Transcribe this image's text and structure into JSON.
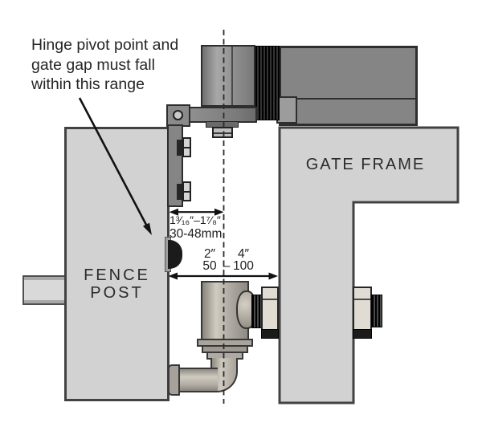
{
  "annotation": {
    "lines": [
      "Hinge pivot point and",
      "gate gap must fall",
      "within this range"
    ]
  },
  "fence_post": {
    "label_line1": "FENCE",
    "label_line2": "POST"
  },
  "gate_frame": {
    "label": "GATE FRAME"
  },
  "dim_hinge": {
    "inches": "1³⁄₁₆″–1⁷⁄₈″",
    "metric": "30-48mm"
  },
  "dim_gap": {
    "inch_min": "2″",
    "inch_max": "4″",
    "mm_min": "50",
    "separator": "–",
    "mm_max": "100"
  },
  "colors": {
    "panel_fill": "#d2d2d2",
    "panel_border": "#424242",
    "hardware_gray": "#858585",
    "hardware_outline": "#2e2e2e",
    "knurl_black": "#121212",
    "closer_metal": "#b5b0a7",
    "nut_light": "#e0dcd4",
    "annotation_text": "#262626",
    "dimension_lines": "#1c1c1c"
  }
}
